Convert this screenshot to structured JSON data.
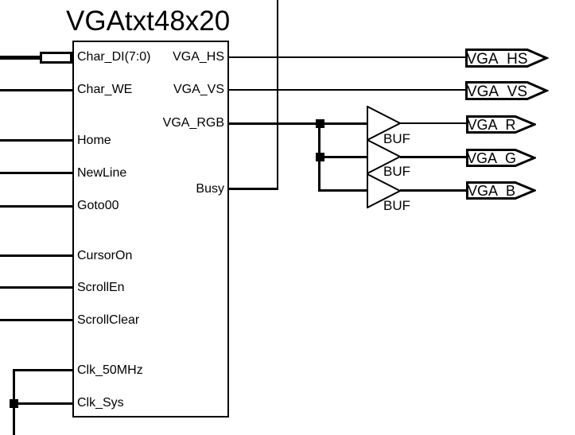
{
  "diagram": {
    "component": {
      "name": "VGAtxt48x20",
      "left_pins": [
        "Char_DI(7:0)",
        "Char_WE",
        "Home",
        "NewLine",
        "Goto00",
        "CursorOn",
        "ScrollEn",
        "ScrollClear",
        "Clk_50MHz",
        "Clk_Sys"
      ],
      "right_pins": [
        "VGA_HS",
        "VGA_VS",
        "VGA_RGB",
        "Busy"
      ]
    },
    "buffers": [
      {
        "label": "BUF"
      },
      {
        "label": "BUF"
      },
      {
        "label": "BUF"
      }
    ],
    "output_ports": [
      {
        "label": "VGA_HS"
      },
      {
        "label": "VGA_VS"
      },
      {
        "label": "VGA_R"
      },
      {
        "label": "VGA_G"
      },
      {
        "label": "VGA_B"
      }
    ],
    "colors": {
      "ink": "#000000",
      "background": "#ffffff"
    }
  }
}
